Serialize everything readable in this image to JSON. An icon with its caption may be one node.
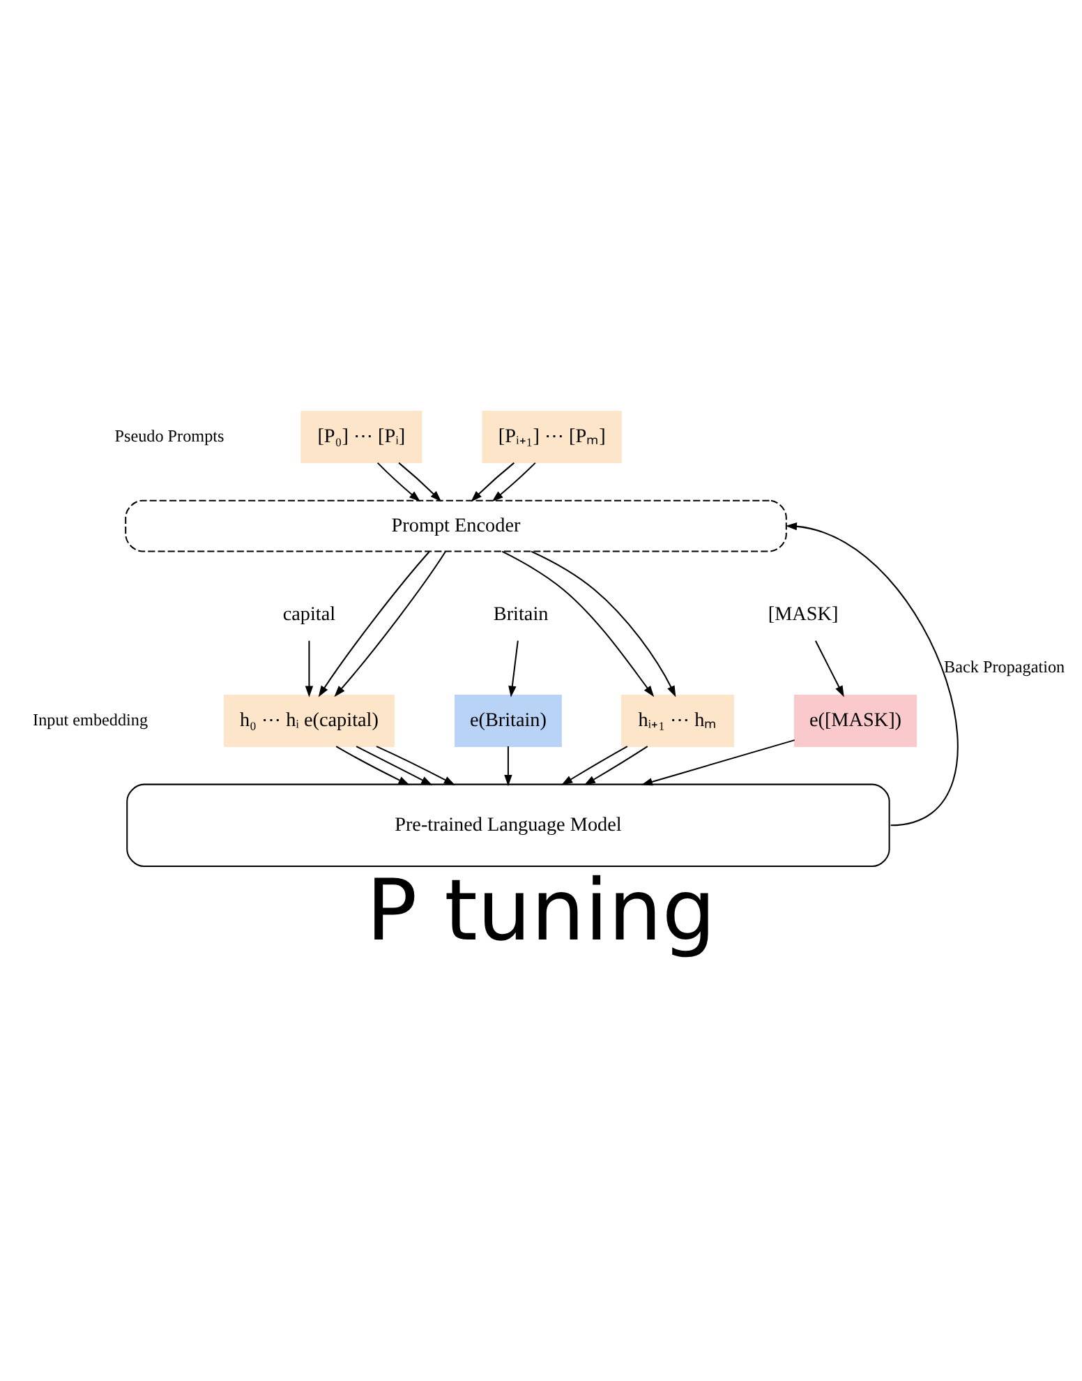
{
  "diagram": {
    "caption": "P tuning",
    "nodes": [
      {
        "text": [
          "[P₀] ⋯ [Pᵢ]"
        ]
      },
      {
        "text": [
          "[Pᵢ₊₁] ⋯ [Pₘ]"
        ]
      },
      {
        "text": [
          "Prompt Encoder"
        ]
      },
      {
        "text": [
          "capital"
        ]
      },
      {
        "text": [
          "Britain"
        ]
      },
      {
        "text": [
          "[MASK]"
        ]
      },
      {
        "text": [
          "h₀ ⋯ hᵢ e(capital)"
        ]
      },
      {
        "text": [
          "e(Britain)"
        ]
      },
      {
        "text": [
          "hᵢ₊₁ ⋯ hₘ"
        ]
      },
      {
        "text": [
          "e([MASK])"
        ]
      },
      {
        "text": [
          "Pre-trained Language Model"
        ]
      }
    ],
    "edges": [
      {
        "from": 0,
        "to": 2,
        "arrow": "to"
      },
      {
        "from": 0,
        "to": 2,
        "arrow": "to"
      },
      {
        "from": 1,
        "to": 2,
        "arrow": "to"
      },
      {
        "from": 1,
        "to": 2,
        "arrow": "to"
      },
      {
        "from": 2,
        "to": 6,
        "arrow": "to"
      },
      {
        "from": 2,
        "to": 6,
        "arrow": "to"
      },
      {
        "from": 3,
        "to": 6,
        "arrow": "to"
      },
      {
        "from": 4,
        "to": 7,
        "arrow": "to"
      },
      {
        "from": 2,
        "to": 8,
        "arrow": "to"
      },
      {
        "from": 2,
        "to": 8,
        "arrow": "to"
      },
      {
        "from": 5,
        "to": 9,
        "arrow": "to"
      },
      {
        "from": 6,
        "to": 10,
        "arrow": "to"
      },
      {
        "from": 6,
        "to": 10,
        "arrow": "to"
      },
      {
        "from": 6,
        "to": 10,
        "arrow": "to"
      },
      {
        "from": 7,
        "to": 10,
        "arrow": "to"
      },
      {
        "from": 8,
        "to": 10,
        "arrow": "to"
      },
      {
        "from": 8,
        "to": 10,
        "arrow": "to"
      },
      {
        "from": 9,
        "to": 10,
        "arrow": "to"
      },
      {
        "from": 10,
        "to": 2,
        "arrow": "to",
        "label": "Back Propagation"
      }
    ],
    "labels": [
      "Pseudo Prompts",
      "Input embedding"
    ]
  }
}
